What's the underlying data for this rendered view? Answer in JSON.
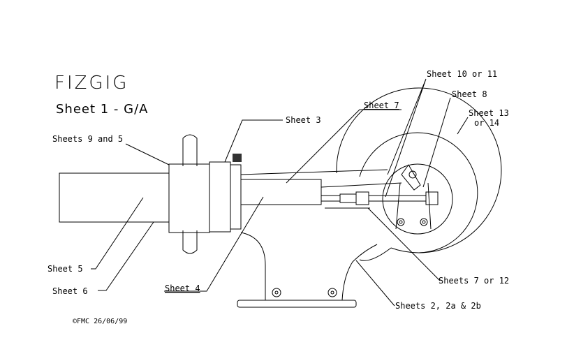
{
  "title": "FIZGIG",
  "subtitle": "Sheet 1 - G/A",
  "labels": {
    "sheets_9_5": "Sheets 9 and 5",
    "sheet_3": "Sheet 3",
    "sheet_7": "Sheet 7",
    "sheet_10_11": "Sheet 10 or 11",
    "sheet_8": "Sheet 8",
    "sheet_13_line1": "Sheet 13",
    "sheet_13_line2": "or 14",
    "sheet_5": "Sheet 5",
    "sheet_6": "Sheet 6",
    "sheet_4": "Sheet 4",
    "sheets_7_12": "Sheets 7 or 12",
    "sheets_2": "Sheets 2, 2a & 2b"
  },
  "copyright": "©FMC 26/06/99"
}
